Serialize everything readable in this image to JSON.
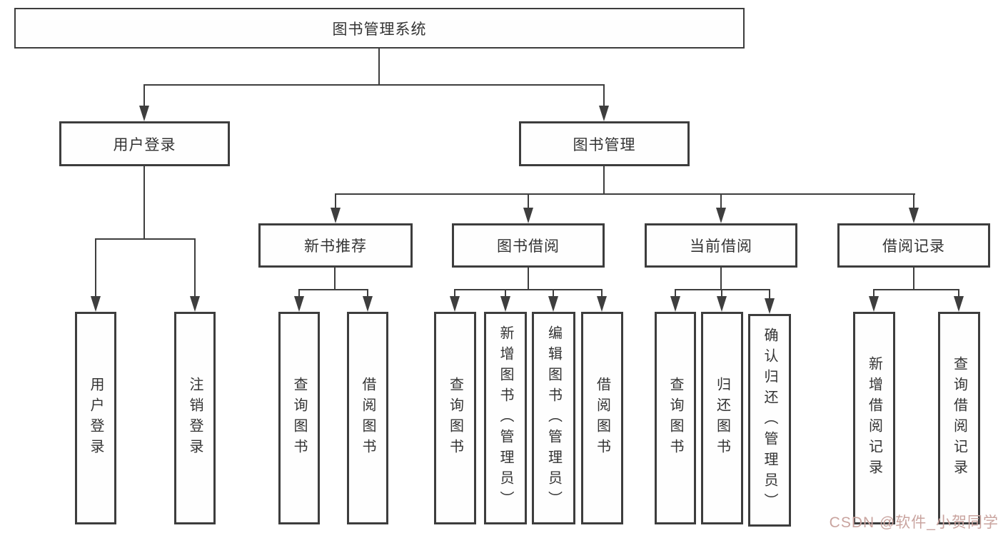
{
  "diagram": {
    "root": {
      "label": "图书管理系统"
    },
    "level2": [
      {
        "label": "用户登录"
      },
      {
        "label": "图书管理"
      }
    ],
    "level3": [
      {
        "label": "新书推荐"
      },
      {
        "label": "图书借阅"
      },
      {
        "label": "当前借阅"
      },
      {
        "label": "借阅记录"
      }
    ],
    "level4": {
      "user_login": [
        "用户登录",
        "注销登录"
      ],
      "new_books": [
        "查询图书",
        "借阅图书"
      ],
      "borrowing": [
        "查询图书",
        "新增图书（管理员）",
        "编辑图书（管理员）",
        "借阅图书"
      ],
      "current": [
        "查询图书",
        "归还图书",
        "确认归还（管理员）"
      ],
      "records": [
        "新增借阅记录",
        "查询借阅记录"
      ]
    }
  },
  "colors": {
    "line": "#3e3e3e",
    "border": "#3d3d3d",
    "text": "#333333",
    "background": "#ffffff",
    "watermark": "#c9a49f"
  },
  "watermark": {
    "text": "CSDN @软件_小贺同学"
  }
}
